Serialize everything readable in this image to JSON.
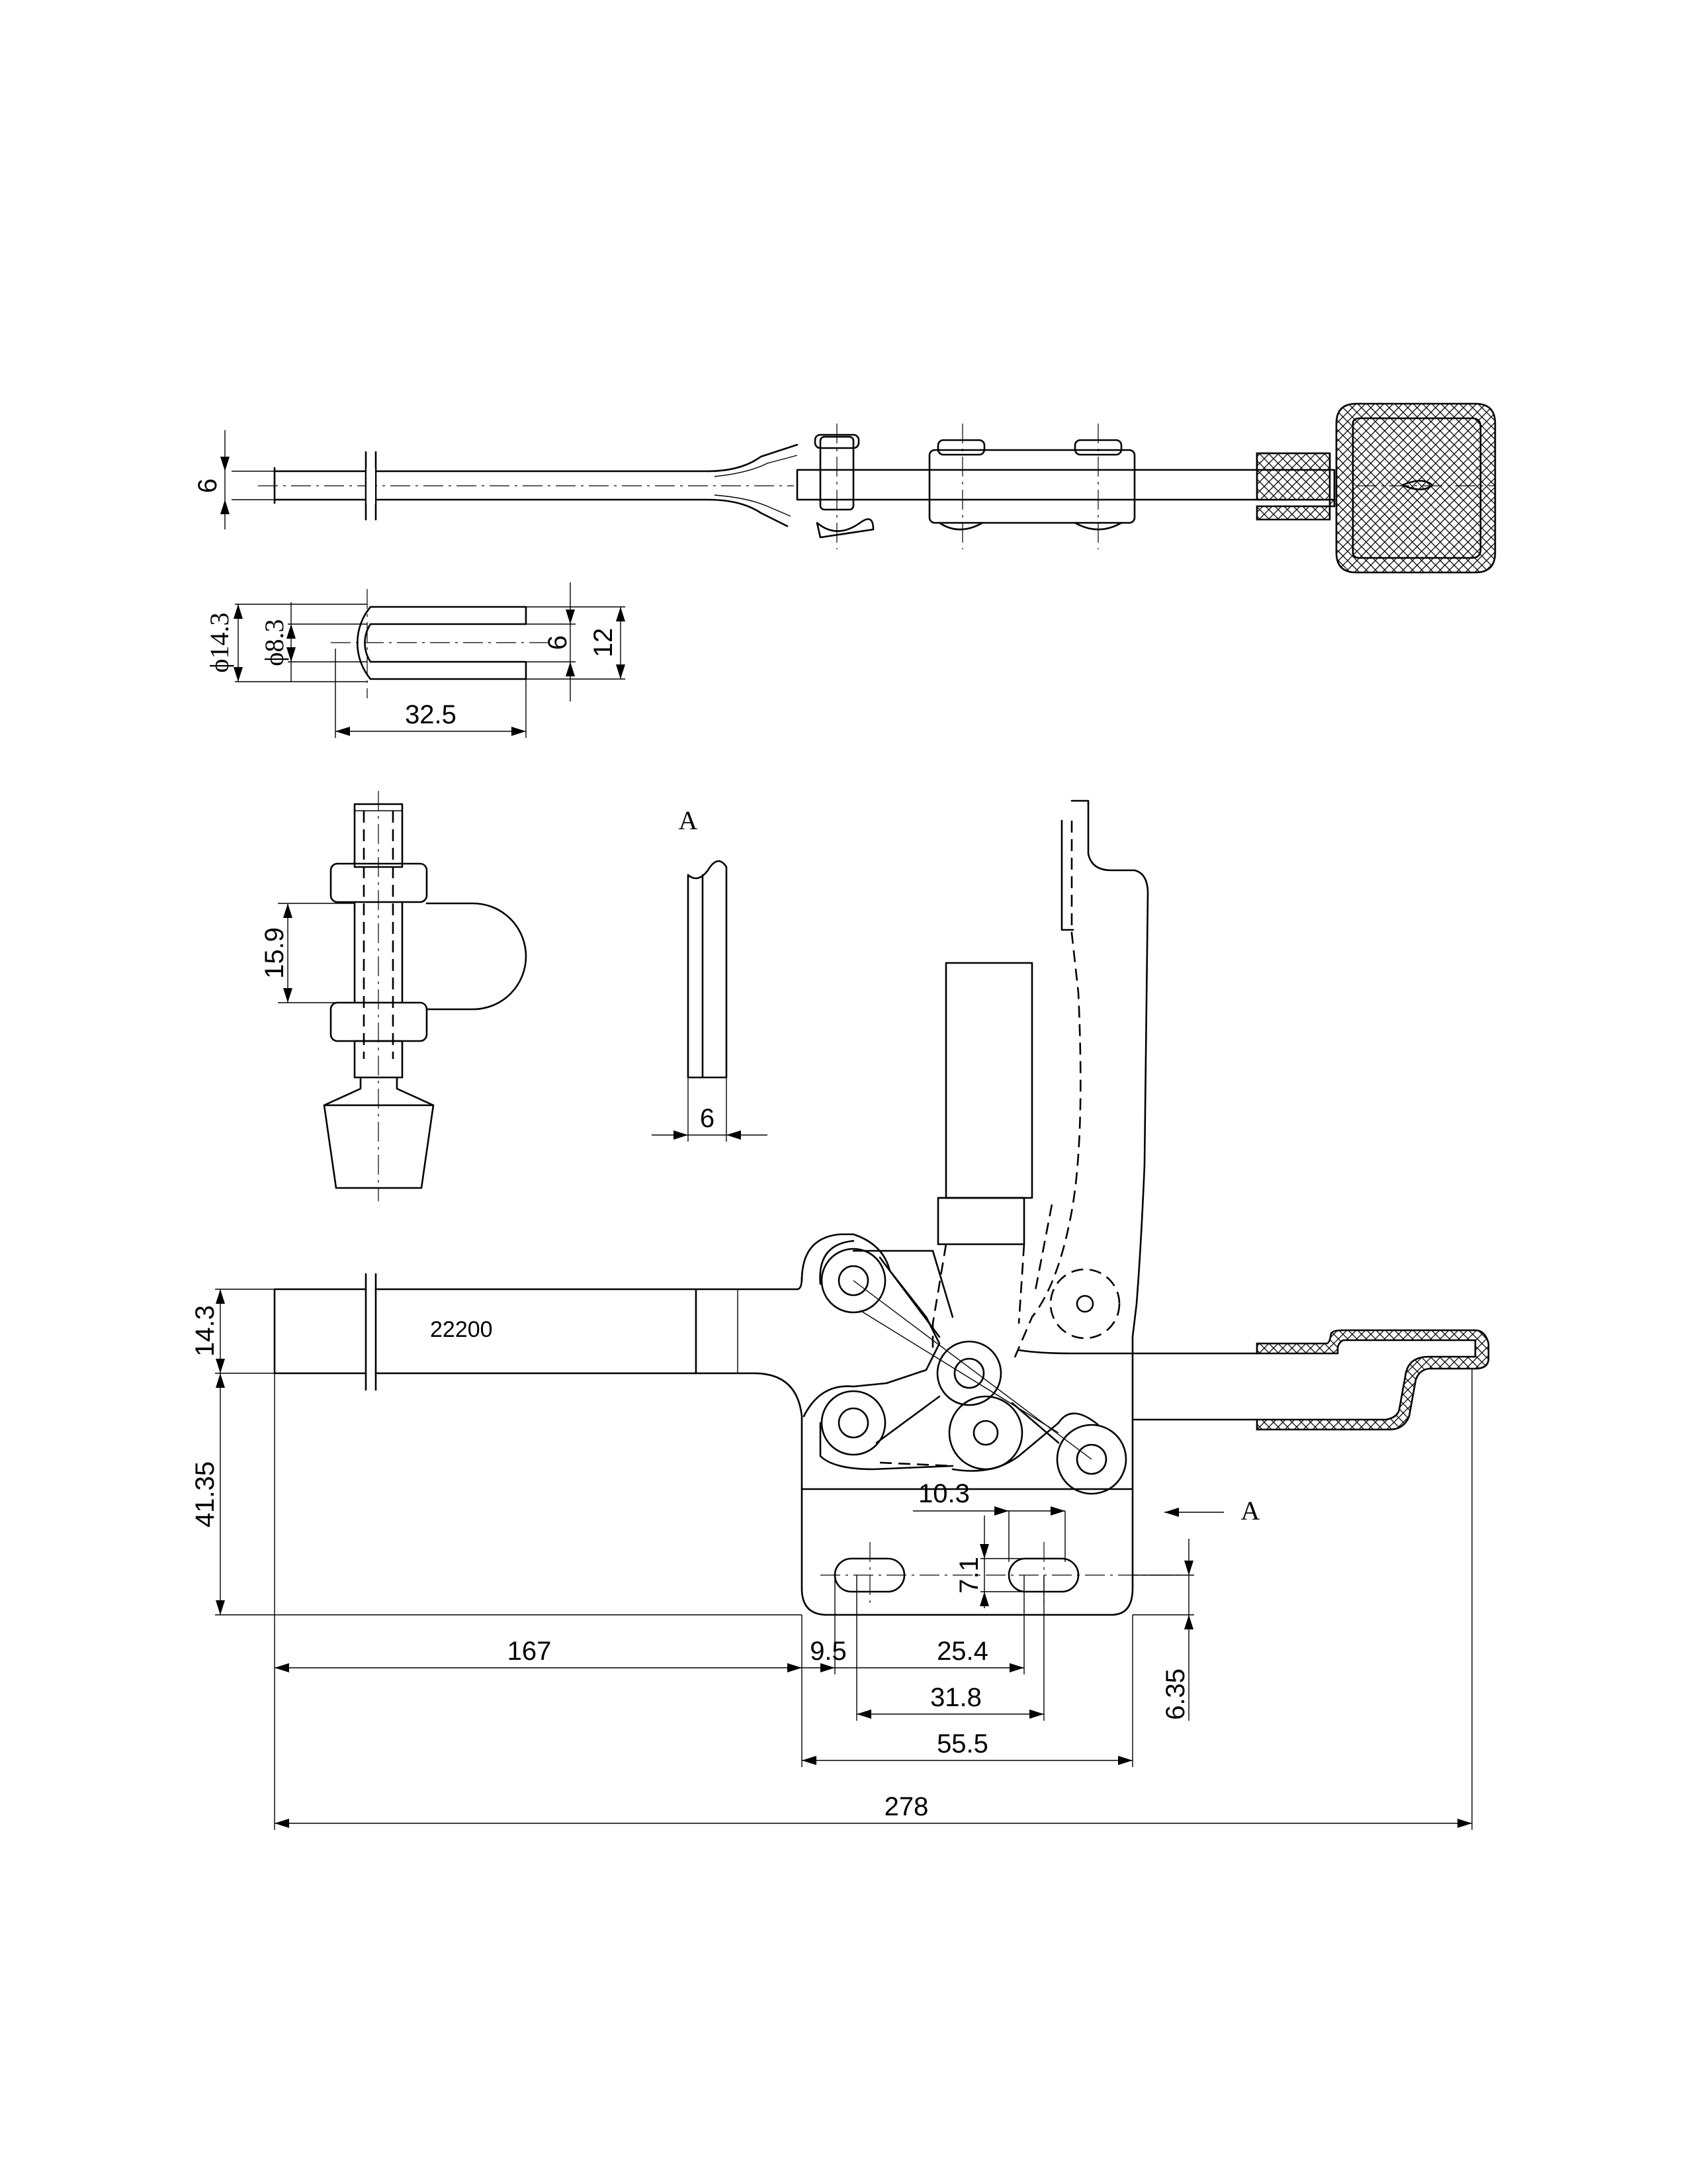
{
  "part_number": "22200",
  "section_marker": "A",
  "dimensions": {
    "top_view_thickness": "6",
    "clevis_outer_dia": "ϕ14.3",
    "clevis_inner_dia": "ϕ8.3",
    "clevis_slot_width": "6",
    "clevis_height": "12",
    "clevis_length": "32.5",
    "spindle_pad": "15.9",
    "section_thickness": "6",
    "bar_height": "14.3",
    "base_height": "41.35",
    "bar_length": "167",
    "offset_9_5": "9.5",
    "hole_spacing": "25.4",
    "slot_span": "31.8",
    "base_length": "55.5",
    "overall_length": "278",
    "hole_offset_10_3": "10.3",
    "slot_height": "7.1",
    "base_edge": "6.35"
  }
}
